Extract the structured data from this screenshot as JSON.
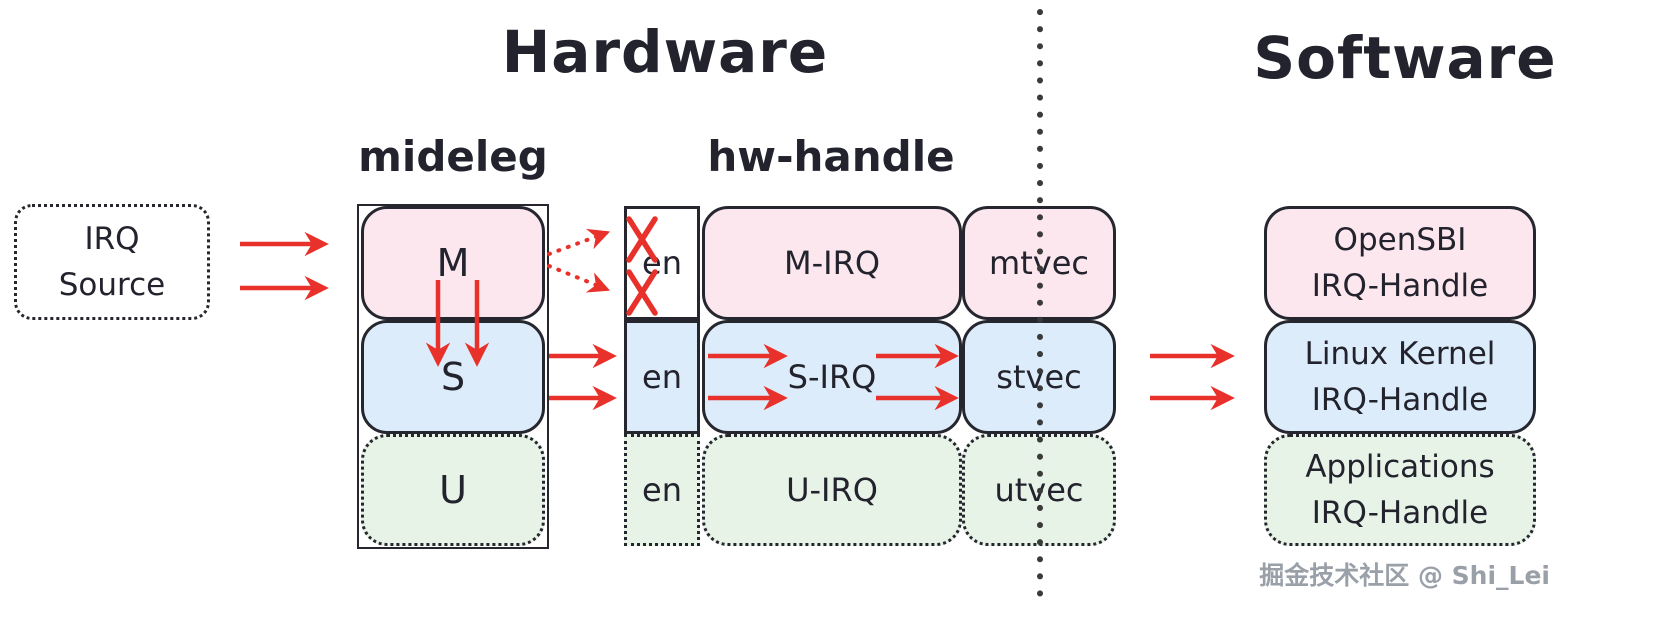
{
  "titles": {
    "hardware": "Hardware",
    "software": "Software"
  },
  "column_labels": {
    "mideleg": "mideleg",
    "hw_handle": "hw-handle"
  },
  "irq_source": {
    "line1": "IRQ",
    "line2": "Source"
  },
  "rows": [
    {
      "mode": "M",
      "en": "en",
      "irq": "M-IRQ",
      "tvec": "mtvec",
      "handler_line1": "OpenSBI",
      "handler_line2": "IRQ-Handle"
    },
    {
      "mode": "S",
      "en": "en",
      "irq": "S-IRQ",
      "tvec": "stvec",
      "handler_line1": "Linux Kernel",
      "handler_line2": "IRQ-Handle"
    },
    {
      "mode": "U",
      "en": "en",
      "irq": "U-IRQ",
      "tvec": "utvec",
      "handler_line1": "Applications",
      "handler_line2": "IRQ-Handle"
    }
  ],
  "watermark": "掘金技术社区 @ Shi_Lei",
  "colors": {
    "row_m_fill": "#fce7ee",
    "row_s_fill": "#dcecfa",
    "row_u_fill": "#e7f3e7",
    "arrow_red": "#e8312a",
    "border_dark": "#26262e",
    "watermark_gray": "#9aa0a8"
  }
}
